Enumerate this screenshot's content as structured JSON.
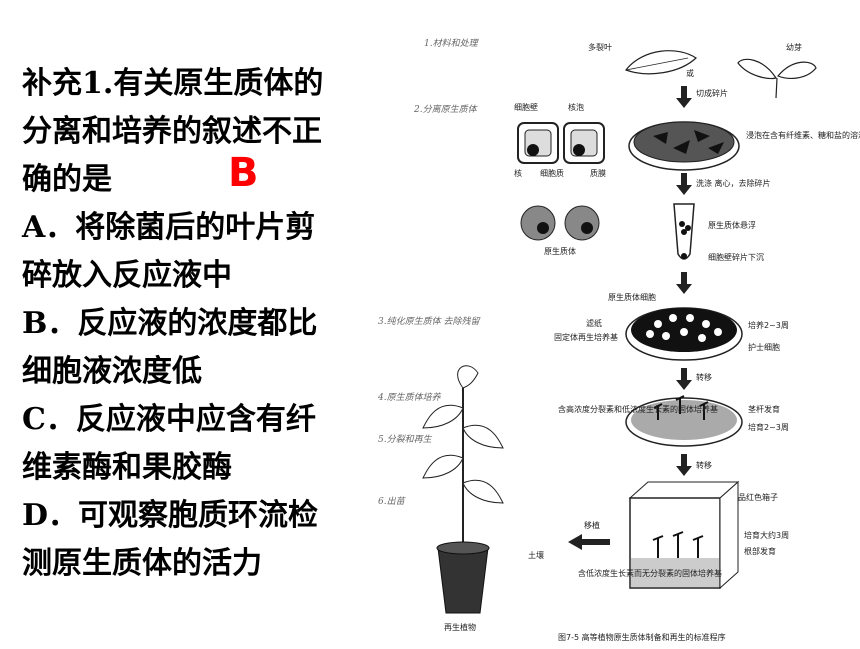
{
  "question": {
    "lines": [
      "补充1.有关原生质体的",
      "分离和培养的叙述不正",
      "确的是",
      "A．将除菌后的叶片剪",
      "碎放入反应液中",
      "B．反应液的浓度都比",
      "细胞液浓度低",
      "C．反应液中应含有纤",
      "维素酶和果胶酶",
      "D．可观察胞质环流检",
      "测原生质体的活力"
    ],
    "answer": "B"
  },
  "figure": {
    "labels": {
      "leaf": "多裂叶",
      "or": "或",
      "seedling": "幼芽",
      "cut": "切成碎片",
      "cell_wall": "细胞壁",
      "vacuole": "核泡",
      "nucleus": "核",
      "cytoplasm": "细胞质",
      "membrane": "质膜",
      "soak": "浸泡在含有纤维素、糖和盐的溶液中",
      "wash": "洗涤 离心，去除碎片",
      "protoplast": "原生质体",
      "suspension": "原生质体悬浮",
      "debris": "细胞壁碎片下沉",
      "protoplast_cell": "原生质体细胞",
      "filter": "滤纸",
      "solid_medium": "固定体再生培养基",
      "culture_weeks": "培养2~3周",
      "nurse": "护士细胞",
      "transfer1": "转移",
      "high_medium": "含高浓度分裂素和低浓度生长素的固体培养基",
      "stem": "茎杆发育",
      "culture2": "培育2~3周",
      "transfer2": "转移",
      "box": "品红色箱子",
      "culture3": "培育大约3周",
      "root": "根部发育",
      "transplant": "移植",
      "low_medium": "含低浓度生长素而无分裂素的固体培养基",
      "soil": "土壤",
      "regenerated": "再生植物",
      "caption": "图7-5  高等植物原生质体制备和再生的标准程序"
    },
    "handwritten": [
      "1.材料和处理",
      "2.分离原生质体",
      "3.纯化原生质体 去除残留",
      "4.原生质体培养",
      "5.分裂和再生",
      "6.出苗"
    ]
  }
}
